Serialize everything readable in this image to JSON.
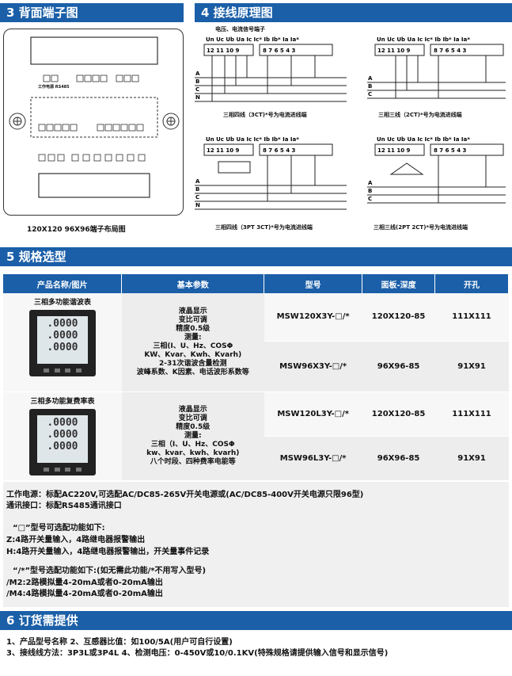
{
  "sections": {
    "s3": "3 背面端子图",
    "s4": "4 接线原理图",
    "s5": "5 规格选型",
    "s6": "6 订货需提供"
  },
  "terminal": {
    "top_labels": "工作电源  RS485",
    "layout_caption": "120X120 96X96端子布局图"
  },
  "wiring": {
    "signal_label": "电压、电流信号端子",
    "voltage_terms": [
      "Un",
      "Uc",
      "Ub",
      "Ua"
    ],
    "current_terms": [
      "Ic",
      "Ic*",
      "Ib",
      "Ib*",
      "Ia",
      "Ia*"
    ],
    "voltage_nums": [
      "12",
      "11",
      "10",
      "9"
    ],
    "current_nums": [
      "8",
      "7",
      "6",
      "5",
      "4",
      "3"
    ],
    "phases": [
      "A",
      "B",
      "C",
      "N"
    ],
    "captions": [
      "三相四线（3CT)*号为电流进线端",
      "三相三线（2CT)*号为电流进线端",
      "三相四线（3PT 3CT)*号为电流进线端",
      "三相三线(2PT 2CT)*号为电流进线端"
    ]
  },
  "table": {
    "headers": [
      "产品名称/图片",
      "基本参数",
      "型号",
      "面板-深度",
      "开孔"
    ],
    "products": [
      {
        "name": "三相多功能谐波表",
        "params": [
          "液晶显示",
          "变比可调",
          "精度0.5级",
          "测量:",
          "三相(I、U、Hz、COSΦ",
          "KW、Kvar、Kwh、Kvarh)",
          "2-31次谐波含量检测",
          "波峰系数、K因素、电话波形系数等"
        ],
        "rows": [
          {
            "model": "MSW120X3Y-□/*",
            "panel": "120X120-85",
            "hole": "111X111"
          },
          {
            "model": "MSW96X3Y-□/*",
            "panel": "96X96-85",
            "hole": "91X91"
          }
        ]
      },
      {
        "name": "三相多功能复费率表",
        "params": [
          "液晶显示",
          "变比可调",
          "精度0.5级",
          "测量:",
          "三相（I、U、Hz、COSΦ",
          "kw、kvar、kwh、kvarh)",
          "八个时段、四种费率电能等"
        ],
        "rows": [
          {
            "model": "MSW120L3Y-□/*",
            "panel": "120X120-85",
            "hole": "111X111"
          },
          {
            "model": "MSW96L3Y-□/*",
            "panel": "96X96-85",
            "hole": "91X91"
          }
        ]
      }
    ]
  },
  "notes": {
    "power": "工作电源：标配AC220V,可选配AC/DC85-265V开关电源或(AC/DC85-400V开关电源只限96型)",
    "comm": "通讯接口：标配RS485通讯接口",
    "box_title": "“□”型号可选配功能如下:",
    "z": "Z:4路开关量输入，4路继电器报警输出",
    "h": "H:4路开关量输入，4路继电器报警输出，开关量事件记录",
    "star_title": "“/*”型号选配功能如下:(如无需此功能/*不用写入型号)",
    "m2": "/M2:2路模拟量4-20mA或者0-20mA输出",
    "m4": "/M4:4路模拟量4-20mA或者0-20mA输出"
  },
  "order": {
    "line1": "1、产品型号名称         2、互感器比值：如100/5A(用户可自行设置)",
    "line2": "3、接线线方法：3P3L或3P4L   4、检测电压：0-450V或10/0.1KV(特殊规格请提供输入信号和显示信号)"
  },
  "colors": {
    "banner": "#1b5fa8"
  }
}
